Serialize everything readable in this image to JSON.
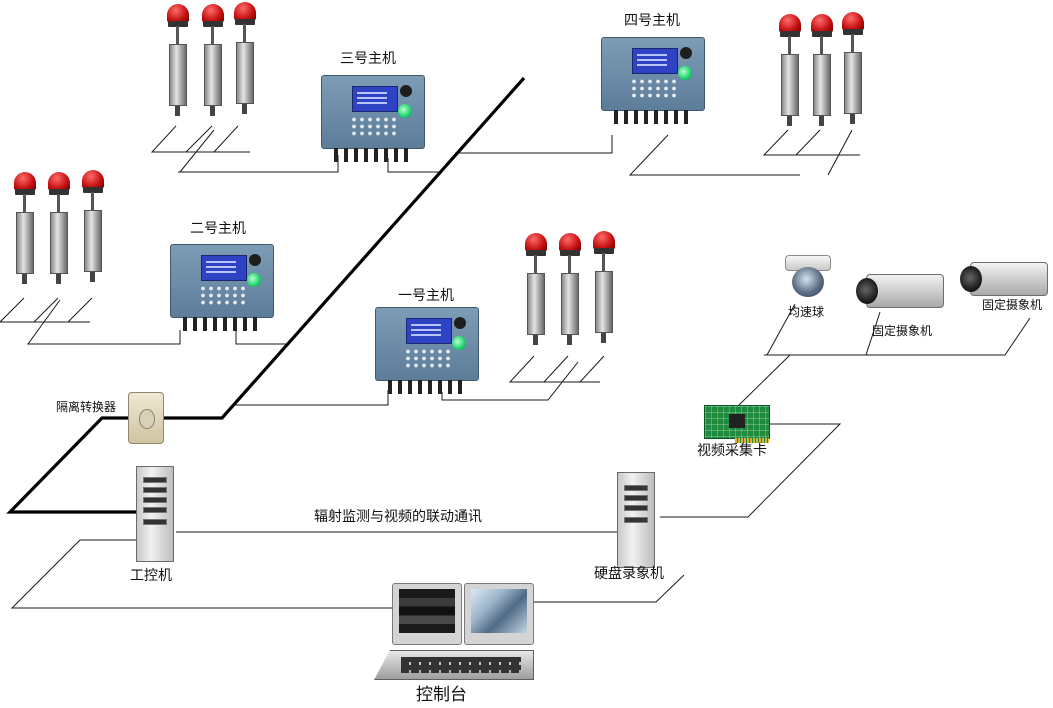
{
  "diagram": {
    "labels": {
      "host3": "三号主机",
      "host4": "四号主机",
      "host2": "二号主机",
      "host1": "一号主机",
      "isolator": "隔离转换器",
      "ipc": "工控机",
      "link": "辐射监测与视频的联动通讯",
      "dvr": "硬盘录象机",
      "capture_card": "视频采集卡",
      "dome_camera": "均速球",
      "fixed_camera_1": "固定摄象机",
      "fixed_camera_2": "固定摄象机",
      "console": "控制台"
    },
    "colors": {
      "wire": "#1a1a1a",
      "backbone": "#000000",
      "controller": "#6b8ca8",
      "lcd": "#2e42c4",
      "beacon": "#d21414",
      "status_led": "#19d36a",
      "card": "#1e8b3d"
    }
  }
}
